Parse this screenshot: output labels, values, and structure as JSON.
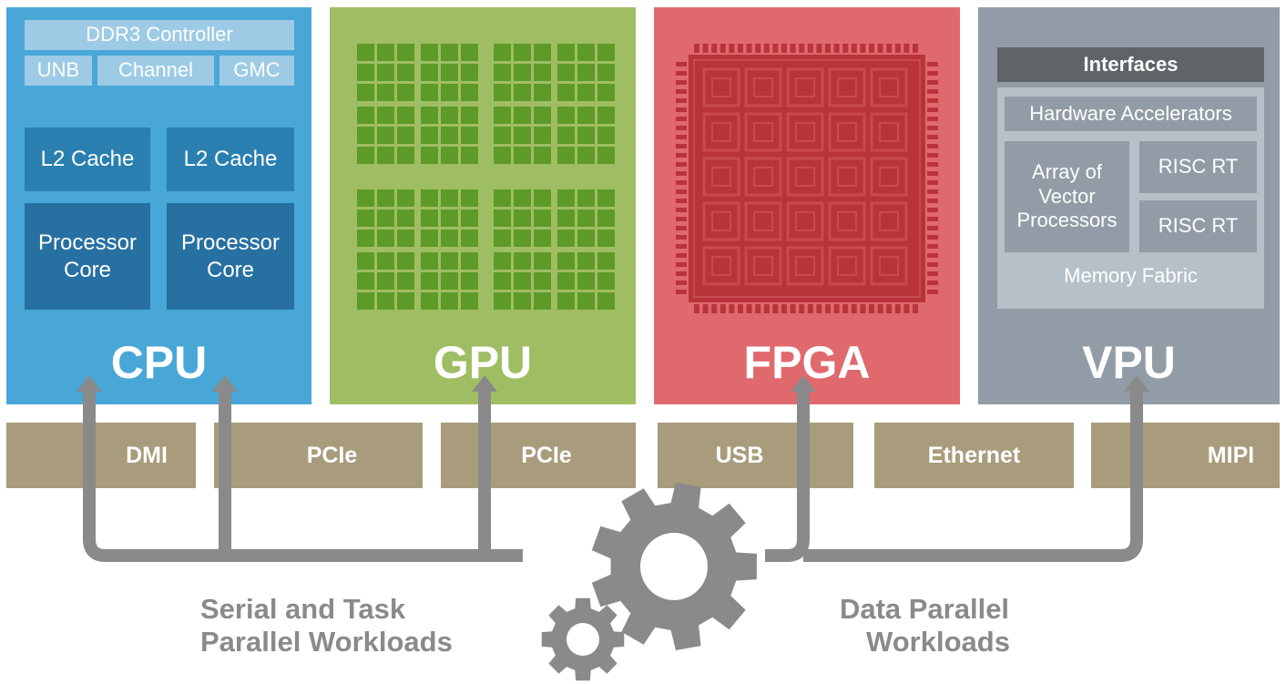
{
  "colors": {
    "cpu": "#48a7d7",
    "gpu": "#9fbe63",
    "fpga": "#e0696e",
    "vpu": "#919ca6",
    "bus": "#a89c7c",
    "arrows": "#8a8a8a"
  },
  "cpu": {
    "title": "CPU",
    "ddr3": "DDR3 Controller",
    "unb": "UNB",
    "channel": "Channel",
    "gmc": "GMC",
    "l2_left": "L2 Cache",
    "l2_right": "L2 Cache",
    "core_left": "Processor Core",
    "core_right": "Processor Core"
  },
  "gpu": {
    "title": "GPU"
  },
  "fpga": {
    "title": "FPGA"
  },
  "vpu": {
    "title": "VPU",
    "interfaces": "Interfaces",
    "hw_accel": "Hardware Accelerators",
    "array": "Array of Vector Processors",
    "risc1": "RISC RT",
    "risc2": "RISC RT",
    "memory": "Memory Fabric"
  },
  "buses": [
    "DMI",
    "PCIe",
    "PCIe",
    "USB",
    "Ethernet",
    "MIPI"
  ],
  "captions": {
    "left_line1": "Serial and Task",
    "left_line2": "Parallel Workloads",
    "right_line1": "Data Parallel",
    "right_line2": "Workloads"
  },
  "icons": {
    "large_gear": "gear-icon",
    "small_gear": "gear-icon"
  }
}
